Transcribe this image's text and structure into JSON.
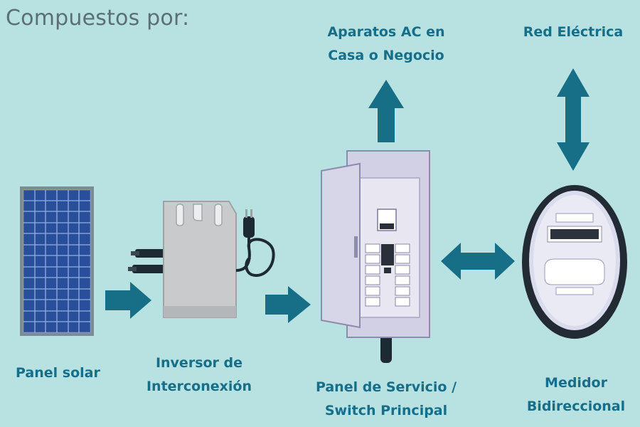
{
  "title": "Compuestos por:",
  "components": {
    "solar_panel": {
      "label": "Panel solar"
    },
    "inverter": {
      "label_line1": "Inversor de",
      "label_line2": "Interconexión"
    },
    "service_panel": {
      "label_line1": "Panel de Servicio /",
      "label_line2": "Switch Principal"
    },
    "meter": {
      "label_line1": "Medidor",
      "label_line2": "Bidireccional"
    },
    "ac_devices": {
      "label_line1": "Aparatos AC en",
      "label_line2": "Casa o Negocio"
    },
    "grid": {
      "label": "Red Eléctrica"
    }
  },
  "colors": {
    "background": "#b8e2e1",
    "arrow": "#166f87",
    "label": "#156e8a",
    "title": "#5b6f76"
  }
}
